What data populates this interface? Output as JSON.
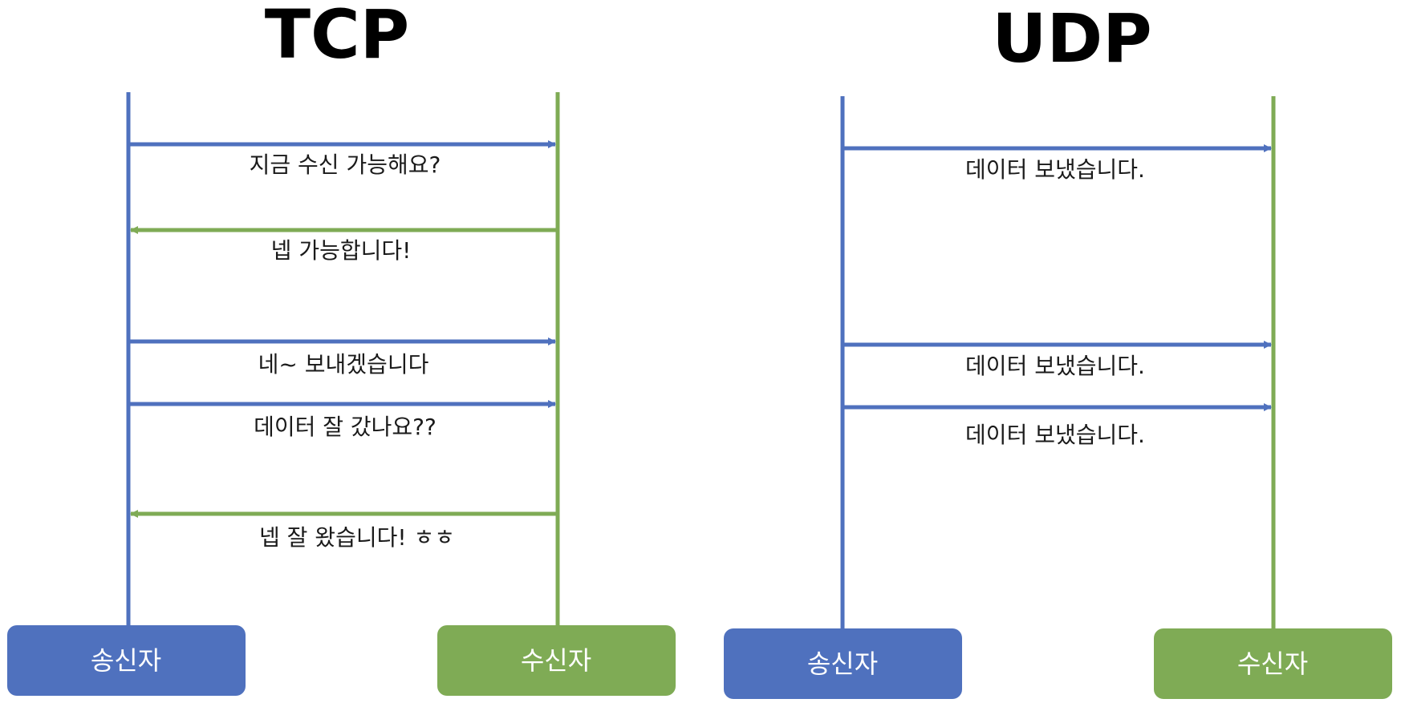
{
  "colors": {
    "sender": "#4f71be",
    "receiver": "#7fab55",
    "text": "#1a1a1a"
  },
  "tcp": {
    "title": "TCP",
    "sender_label": "송신자",
    "receiver_label": "수신자",
    "messages": [
      {
        "text": "지금 수신 가능해요?",
        "direction": "sender-to-receiver"
      },
      {
        "text": "넵 가능합니다!",
        "direction": "receiver-to-sender"
      },
      {
        "text": "네~ 보내겠습니다",
        "direction": "sender-to-receiver"
      },
      {
        "text": "데이터 잘 갔나요??",
        "direction": "sender-to-receiver"
      },
      {
        "text": "넵 잘 왔습니다! ㅎㅎ",
        "direction": "receiver-to-sender"
      }
    ]
  },
  "udp": {
    "title": "UDP",
    "sender_label": "송신자",
    "receiver_label": "수신자",
    "messages": [
      {
        "text": "데이터 보냈습니다.",
        "direction": "sender-to-receiver"
      },
      {
        "text": "데이터 보냈습니다.",
        "direction": "sender-to-receiver"
      },
      {
        "text": "데이터 보냈습니다.",
        "direction": "sender-to-receiver"
      }
    ]
  }
}
